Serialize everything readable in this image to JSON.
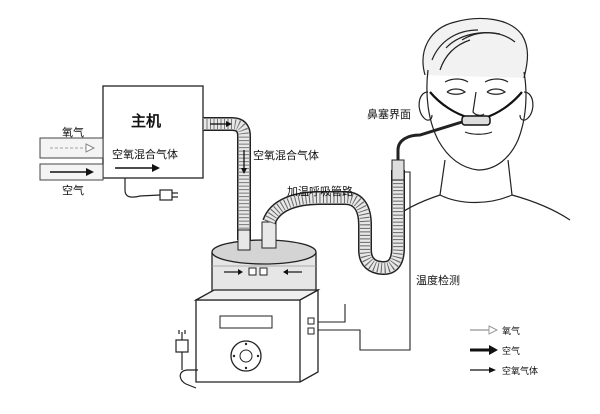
{
  "main_unit": {
    "title": "主机",
    "output_label": "空氧混合气体"
  },
  "inputs": {
    "oxygen": "氧气",
    "air": "空气"
  },
  "tube_labels": {
    "mixed_gas": "空氧混合气体",
    "heated_circuit": "加温呼吸管路",
    "nasal_interface": "鼻塞界面",
    "temperature_sensor": "温度检测"
  },
  "legend": [
    {
      "label": "氧气",
      "style": "hollow-arrow"
    },
    {
      "label": "空气",
      "style": "solid-arrow"
    },
    {
      "label": "空氧气体",
      "style": "line-arrow"
    }
  ],
  "colors": {
    "line": "#222222",
    "tube_fill": "#e8e8e8",
    "oxygen_arrow": "#bbbbbb"
  }
}
